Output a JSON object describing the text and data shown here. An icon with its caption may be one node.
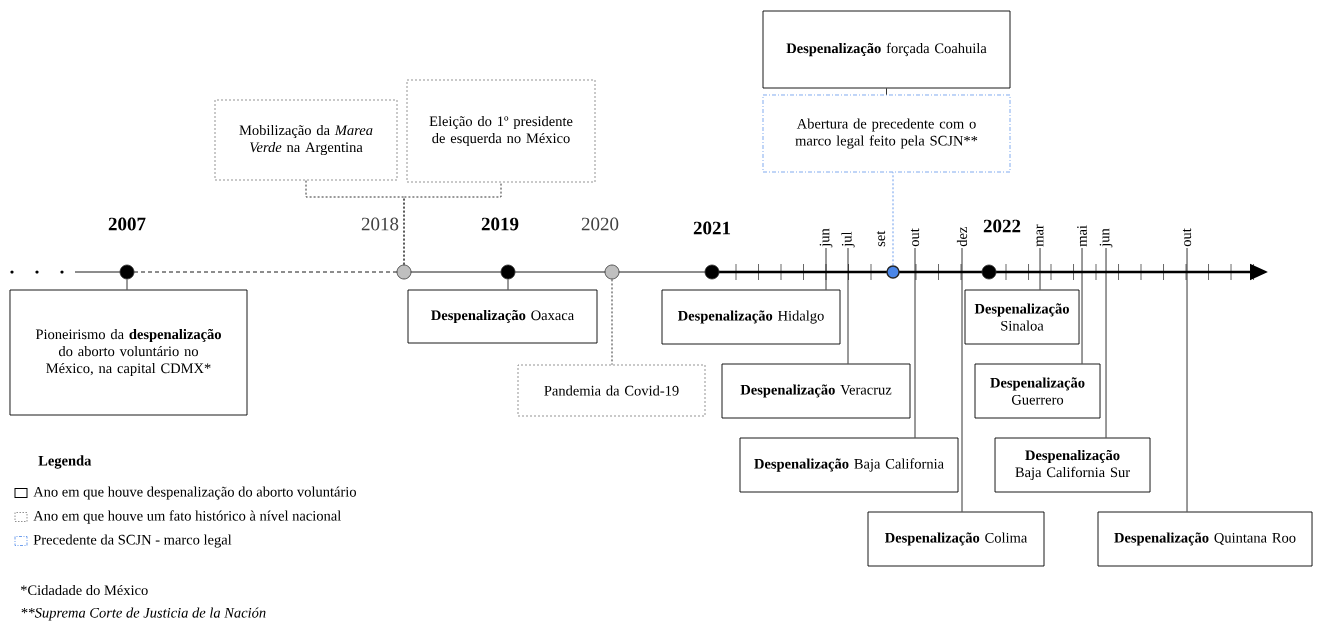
{
  "diagram": {
    "nodes": [
      {
        "text": [
          "Mobilização da *Marea Verde* na Argentina"
        ]
      },
      {
        "text": [
          "Eleição do 1º presidente de esquerda no México"
        ]
      },
      {
        "text": [
          "**Despenalização** forçada Coahuila"
        ]
      },
      {
        "text": [
          "Abertura de precedente com o marco legal feito pela SCJN**"
        ]
      },
      {
        "text": [
          "2007"
        ]
      },
      {
        "text": [
          "2018"
        ]
      },
      {
        "text": [
          "2019"
        ]
      },
      {
        "text": [
          "2020"
        ]
      },
      {
        "text": [
          "2021"
        ]
      },
      {
        "text": [
          "jun"
        ]
      },
      {
        "text": [
          "jul"
        ]
      },
      {
        "text": [
          "set"
        ]
      },
      {
        "text": [],
        "shape": "circle"
      },
      {
        "text": [
          "out"
        ]
      },
      {
        "text": [
          "dez"
        ]
      },
      {
        "text": [
          "2022"
        ]
      },
      {
        "text": [
          "mar"
        ]
      },
      {
        "text": [
          "mai"
        ]
      },
      {
        "text": [
          "jun"
        ]
      },
      {
        "text": [
          "out"
        ]
      },
      {
        "text": [
          "Pioneirismo da **despenalização** do aborto voluntário no México, na capital CDMX*"
        ]
      },
      {
        "text": [
          "**Despenalização** Oaxaca"
        ]
      },
      {
        "text": [
          "Pandemia da Covid-19"
        ]
      },
      {
        "text": [
          "**Despenalização** Hidalgo"
        ]
      },
      {
        "text": [
          "**Despenalização** Sinaloa"
        ]
      },
      {
        "text": [
          "**Despenalização** Veracruz"
        ]
      },
      {
        "text": [
          "**Despenalização** Guerrero"
        ]
      },
      {
        "text": [
          "**Despenalização** Baja California"
        ]
      },
      {
        "text": [
          "**Despenalização** Baja California Sur"
        ]
      },
      {
        "text": [
          "**Despenalização** Colima"
        ]
      },
      {
        "text": [
          "**Despenalização** Quintana Roo"
        ]
      }
    ],
    "edges": [
      {
        "from": 4,
        "to": 20,
        "arrow": "none"
      },
      {
        "from": 5,
        "to": 0,
        "arrow": "none",
        "style": "dashed"
      },
      {
        "from": 5,
        "to": 1,
        "arrow": "none",
        "style": "dashed"
      },
      {
        "from": 6,
        "to": 21,
        "arrow": "none"
      },
      {
        "from": 7,
        "to": 22,
        "arrow": "none",
        "style": "dashed"
      },
      {
        "from": 12,
        "to": 3,
        "arrow": "none",
        "style": "dashed",
        "color": "#4a86e8"
      },
      {
        "from": 3,
        "to": 2,
        "arrow": "none"
      },
      {
        "from": 9,
        "to": 23,
        "arrow": "none"
      },
      {
        "from": 10,
        "to": 25,
        "arrow": "none"
      },
      {
        "from": 13,
        "to": 27,
        "arrow": "none"
      },
      {
        "from": 14,
        "to": 29,
        "arrow": "none"
      },
      {
        "from": 16,
        "to": 24,
        "arrow": "none"
      },
      {
        "from": 17,
        "to": 26,
        "arrow": "none"
      },
      {
        "from": 18,
        "to": 28,
        "arrow": "none"
      },
      {
        "from": 19,
        "to": 30,
        "arrow": "none"
      }
    ],
    "labels": [
      "Legenda",
      "*Cidadade do México",
      "**Suprema Corte de Justicia de la Nación"
    ],
    "legend": [
      {
        "text": "Ano em que houve despenalização do aborto voluntário"
      },
      {
        "text": "Ano em que houve um fato histórico à nível nacional"
      },
      {
        "text": "Precedente da SCJN - marco legal"
      }
    ]
  }
}
